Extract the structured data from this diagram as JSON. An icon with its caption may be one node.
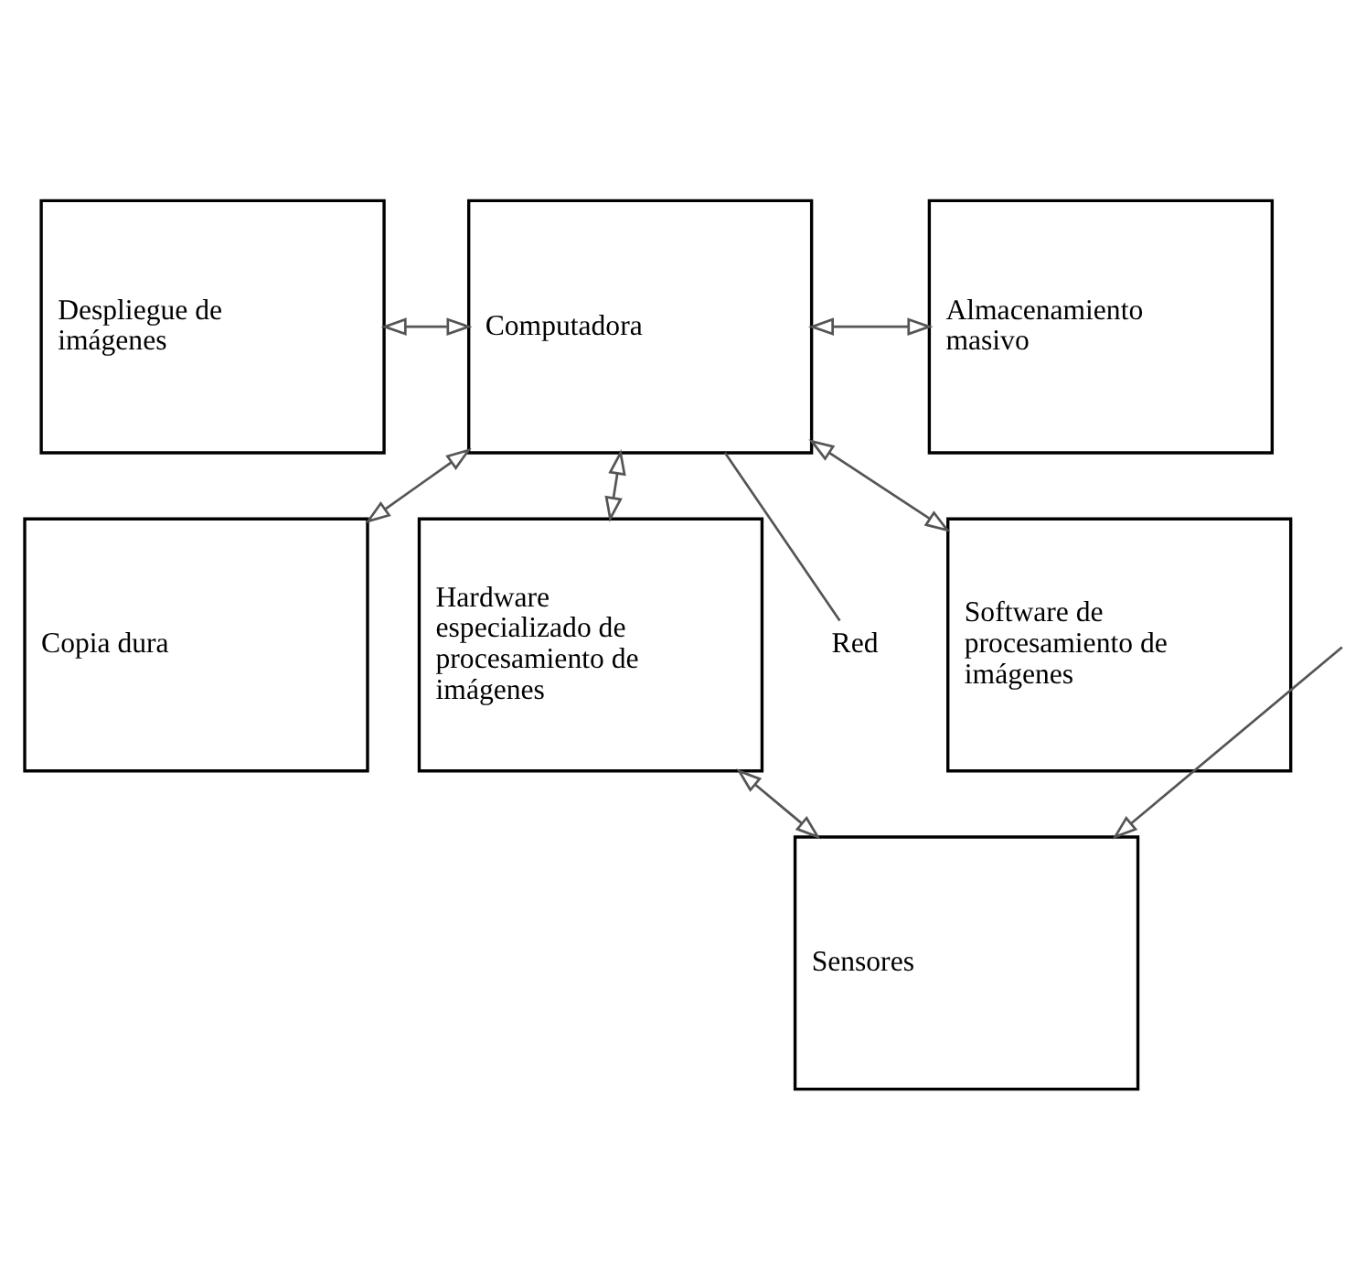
{
  "diagram": {
    "nodes": [
      {
        "text": [
          "Red"
        ]
      },
      {
        "text": [
          "Despliegue de imágenes"
        ]
      },
      {
        "text": [
          "Computadora"
        ]
      },
      {
        "text": [
          "Almacenamiento masivo"
        ]
      },
      {
        "text": [
          "Copia dura"
        ]
      },
      {
        "text": [
          "Hardware especializado de procesamiento de imágenes"
        ]
      },
      {
        "text": [
          "Software de procesamiento de imágenes"
        ]
      },
      {
        "text": [
          "Sensores"
        ]
      }
    ],
    "edges": [
      {
        "from": 2,
        "to": 0,
        "arrow": "none"
      },
      {
        "from": 1,
        "to": 2,
        "arrow": "both"
      },
      {
        "from": 2,
        "to": 3,
        "arrow": "both"
      },
      {
        "from": 4,
        "to": 2,
        "arrow": "both"
      },
      {
        "from": 2,
        "to": 5,
        "arrow": "both"
      },
      {
        "from": 6,
        "to": 2,
        "arrow": "both"
      },
      {
        "from": 5,
        "to": 7,
        "arrow": "both"
      },
      {
        "from": null,
        "to": 7,
        "arrow": "to"
      }
    ]
  }
}
